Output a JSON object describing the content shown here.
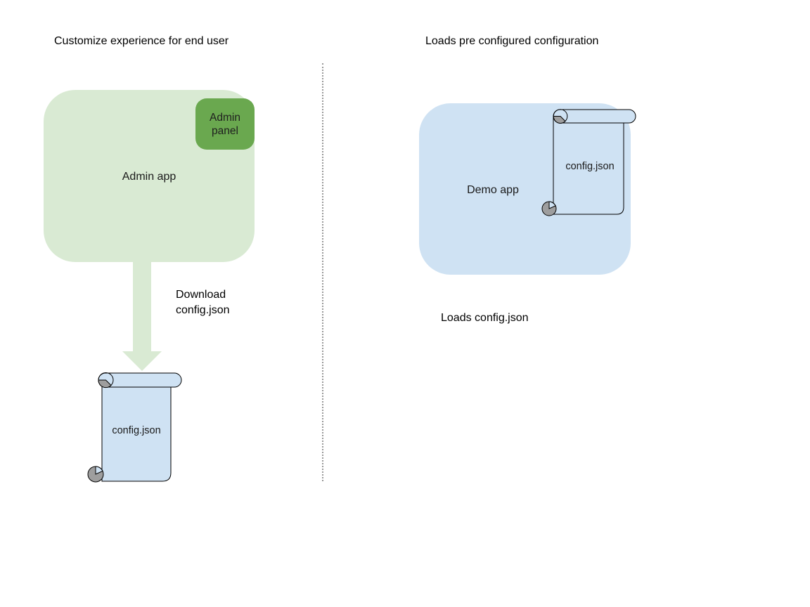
{
  "left_section": {
    "title": "Customize experience for end user",
    "admin_app_label": "Admin app",
    "admin_panel_label": "Admin panel",
    "arrow_label": "Download\nconfig.json",
    "config_file_label": "config.json"
  },
  "right_section": {
    "title": "Loads pre configured configuration",
    "demo_app_label": "Demo app",
    "config_file_label": "config.json",
    "caption": "Loads config.json"
  },
  "colors": {
    "green_light": "#d9ead3",
    "green_dark": "#6aa84f",
    "blue_light": "#cfe2f3",
    "curl_grey": "#9e9e9e",
    "outline": "#000000",
    "divider_grey": "#999999",
    "text_dark": "#1a1a1a"
  }
}
